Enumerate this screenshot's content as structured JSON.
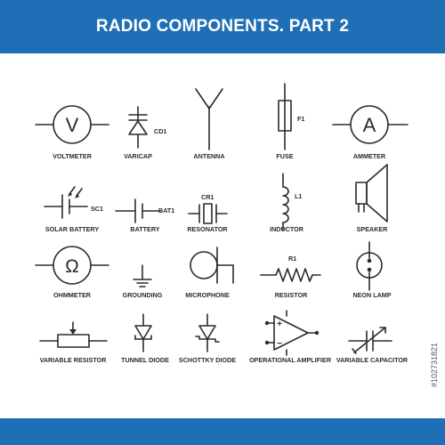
{
  "title": "RADIO COMPONENTS. PART 2",
  "stock_id": "#102731821",
  "colors": {
    "band": "#1e6fb5",
    "ink": "#2b2b2b",
    "background": "#ffffff"
  },
  "symbols": {
    "voltmeter": {
      "label": "VOLTMETER",
      "glyph": "V"
    },
    "varicap": {
      "label": "VARICAP",
      "code": "CD1"
    },
    "antenna": {
      "label": "ANTENNA"
    },
    "fuse": {
      "label": "FUSE",
      "code": "F1"
    },
    "ammeter": {
      "label": "AMMETER",
      "glyph": "A"
    },
    "solar_battery": {
      "label": "SOLAR BATTERY",
      "code": "SC1"
    },
    "battery": {
      "label": "BATTERY",
      "code": "BAT1"
    },
    "resonator": {
      "label": "RESONATOR",
      "code": "CR1"
    },
    "inductor": {
      "label": "INDUCTOR",
      "code": "L1"
    },
    "speaker": {
      "label": "SPEAKER"
    },
    "ohmmeter": {
      "label": "OHMMETER",
      "glyph": "Ω"
    },
    "grounding": {
      "label": "GROUNDING"
    },
    "microphone": {
      "label": "MICROPHONE"
    },
    "resistor": {
      "label": "RESISTOR",
      "code": "R1"
    },
    "neon_lamp": {
      "label": "NEON LAMP"
    },
    "variable_resistor": {
      "label": "VARIABLE RESISTOR"
    },
    "tunnel_diode": {
      "label": "TUNNEL DIODE"
    },
    "schottky_diode": {
      "label": "SCHOTTKY DIODE"
    },
    "operational_amplifier": {
      "label": "OPERATIONAL AMPLIFIER",
      "plus": "+",
      "minus": "−"
    },
    "variable_capacitor": {
      "label": "VARIABLE CAPACITOR"
    }
  }
}
